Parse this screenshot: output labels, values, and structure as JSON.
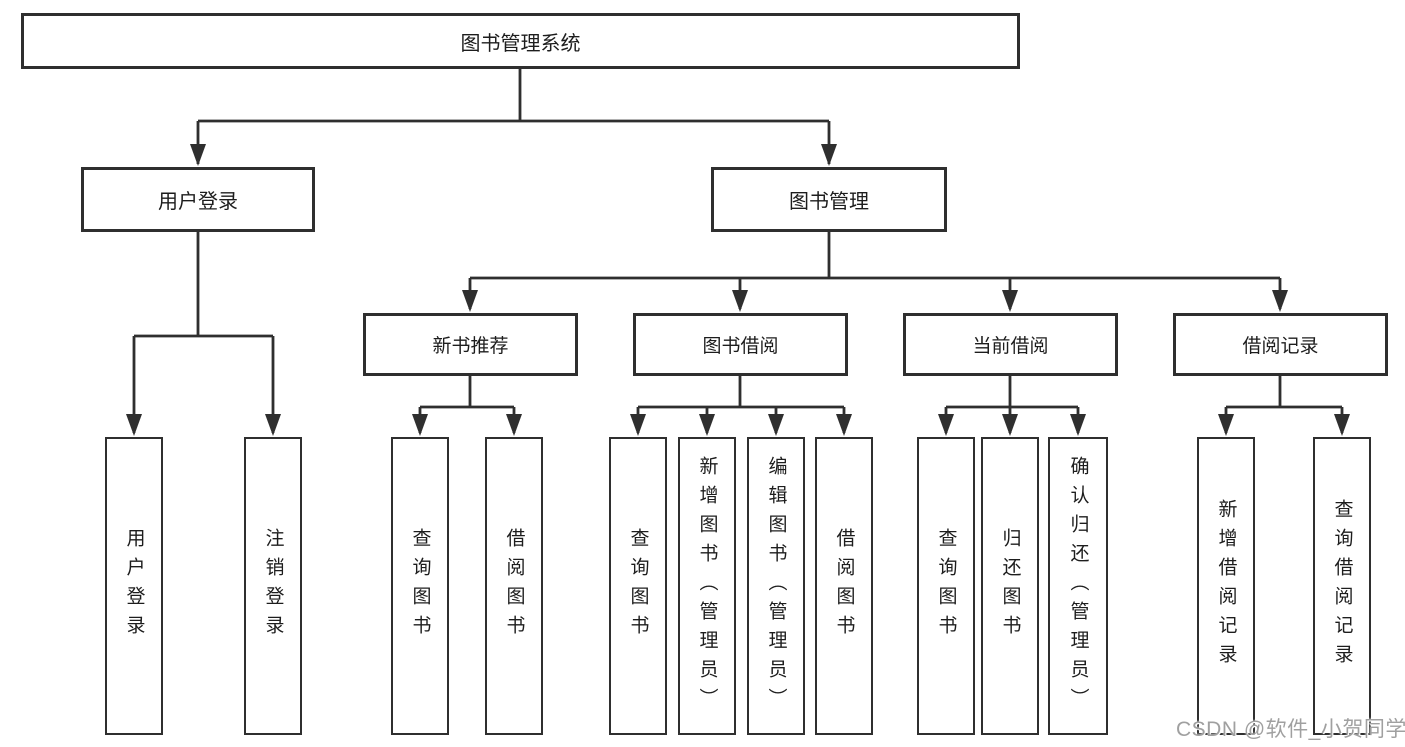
{
  "diagram": {
    "root": {
      "label": "图书管理系统"
    },
    "branches": [
      {
        "label": "用户登录",
        "leaves": [
          {
            "label": "用户登录"
          },
          {
            "label": "注销登录"
          }
        ]
      },
      {
        "label": "图书管理",
        "groups": [
          {
            "label": "新书推荐",
            "leaves": [
              {
                "label": "查询图书"
              },
              {
                "label": "借阅图书"
              }
            ]
          },
          {
            "label": "图书借阅",
            "leaves": [
              {
                "label": "查询图书"
              },
              {
                "label": "新增图书（管理员）"
              },
              {
                "label": "编辑图书（管理员）"
              },
              {
                "label": "借阅图书"
              }
            ]
          },
          {
            "label": "当前借阅",
            "leaves": [
              {
                "label": "查询图书"
              },
              {
                "label": "归还图书"
              },
              {
                "label": "确认归还（管理员）"
              }
            ]
          },
          {
            "label": "借阅记录",
            "leaves": [
              {
                "label": "新增借阅记录"
              },
              {
                "label": "查询借阅记录"
              }
            ]
          }
        ]
      }
    ]
  },
  "watermark": {
    "text": "CSDN @软件_小贺同学"
  },
  "colors": {
    "line": "#2f2f2f",
    "text": "#1d1d1d",
    "watermark": "#a0a0a0",
    "background": "#ffffff"
  }
}
